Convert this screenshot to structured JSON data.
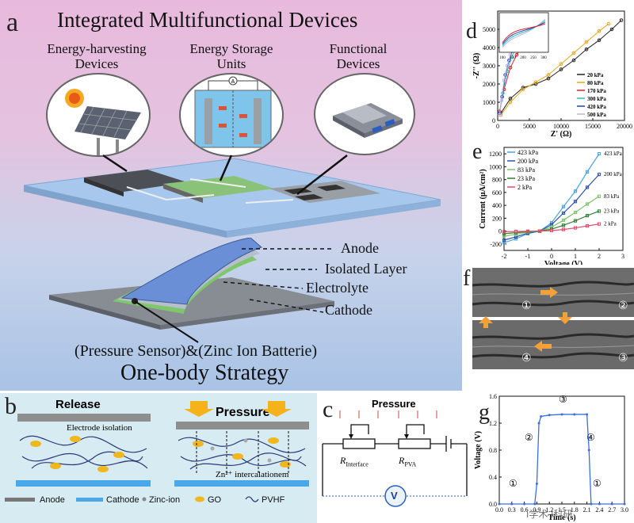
{
  "panel_a": {
    "label": "a",
    "title": "Integrated Multifunctional Devices",
    "columns": [
      "Energy-harvesting Devices",
      "Energy Storage Units",
      "Functional Devices"
    ],
    "layers": [
      "Anode",
      "Isolated Layer",
      "Electrolyte",
      "Cathode"
    ],
    "caption": "(Pressure Sensor)&(Zinc Ion Batterie)",
    "strategy": "One-body Strategy",
    "meter": "A"
  },
  "panel_b": {
    "label": "b",
    "release": "Release",
    "pressure": "Pressure",
    "electrode_isolation": "Electrode isolation",
    "zn_intercalation": "Zn²⁺ intercalationem",
    "legend": [
      "Anode",
      "Cathode",
      "Zinc-ion",
      "GO",
      "PVHF"
    ]
  },
  "panel_c": {
    "label": "c",
    "pressure": "Pressure",
    "r_interface": "R",
    "r_interface_sub": "Interface",
    "r_pva": "R",
    "r_pva_sub": "PVA",
    "voltmeter": "V"
  },
  "panel_d": {
    "label": "d",
    "xlabel": "Z' (Ω)",
    "ylabel": "-Z'' (Ω)",
    "xticks": [
      "0",
      "5000",
      "10000",
      "15000",
      "20000"
    ],
    "yticks": [
      "0",
      "1000",
      "2000",
      "3000",
      "4000",
      "5000"
    ],
    "inset_ticks": [
      "100",
      "150",
      "200",
      "250",
      "300"
    ]
  },
  "panel_e": {
    "label": "e",
    "xlabel": "Voltage (V)",
    "ylabel": "Current (μA/cm²)",
    "xticks": [
      "-2",
      "-1",
      "0",
      "1",
      "2",
      "3"
    ],
    "yticks": [
      "-200",
      "0",
      "200",
      "400",
      "600",
      "800",
      "1000",
      "1200"
    ],
    "right_labels": [
      "423 kPa",
      "200 kPa",
      "83 kPa",
      "23 kPa",
      "2 kPa"
    ]
  },
  "panel_f": {
    "label": "f",
    "markers": [
      "①",
      "②",
      "③",
      "④"
    ]
  },
  "panel_g": {
    "label": "g",
    "xlabel": "Time (s)",
    "ylabel": "Voltage (V)",
    "xticks": [
      "0.0",
      "0.3",
      "0.6",
      "0.9",
      "1.2",
      "1.5",
      "1.8",
      "2.1",
      "2.4",
      "2.7",
      "3.0"
    ],
    "yticks": [
      "0.0",
      "0.4",
      "0.8",
      "1.2",
      "1.6"
    ],
    "markers": [
      "①",
      "②",
      "③",
      "④",
      "①"
    ]
  },
  "watermark": "i学术 i科研",
  "chart_data": [
    {
      "type": "scatter",
      "panel": "d",
      "xlabel": "Z' (Ω)",
      "ylabel": "-Z'' (Ω)",
      "xlim": [
        0,
        20000
      ],
      "ylim": [
        0,
        6000
      ],
      "series": [
        {
          "name": "20 kPa",
          "color": "#222222",
          "x": [
            500,
            2000,
            4000,
            6000,
            8000,
            10000,
            12000,
            14000,
            16000,
            18000,
            19500
          ],
          "y": [
            400,
            1200,
            1800,
            2000,
            2300,
            2800,
            3300,
            3900,
            4400,
            5000,
            5500
          ]
        },
        {
          "name": "80 kPa",
          "color": "#e6a51e",
          "x": [
            500,
            2000,
            4000,
            6000,
            8000,
            10000,
            12000,
            14000,
            16000,
            17500
          ],
          "y": [
            300,
            1000,
            1700,
            2100,
            2500,
            3100,
            3700,
            4300,
            4900,
            5300
          ]
        },
        {
          "name": "170 kPa",
          "color": "#e0202a",
          "x": [
            300,
            1000,
            2000,
            3000,
            4000,
            5000,
            6000
          ],
          "y": [
            500,
            1700,
            2900,
            3600,
            4200,
            4800,
            5300
          ]
        },
        {
          "name": "300 kPa",
          "color": "#2ec4b6",
          "x": [
            300,
            800,
            1500,
            2200,
            3000,
            3800
          ],
          "y": [
            400,
            1500,
            2700,
            3500,
            4000,
            4600
          ]
        },
        {
          "name": "420 kPa",
          "color": "#1c3fbf",
          "x": [
            300,
            700,
            1200,
            1800,
            2400
          ],
          "y": [
            400,
            1300,
            2500,
            3300,
            3900
          ]
        },
        {
          "name": "500 kPa",
          "color": "#c0b4e4",
          "x": [
            300,
            600,
            1000,
            1500,
            2000
          ],
          "y": [
            300,
            1100,
            2200,
            3000,
            3600
          ]
        }
      ]
    },
    {
      "type": "line",
      "panel": "e",
      "xlabel": "Voltage (V)",
      "ylabel": "Current (μA/cm²)",
      "xlim": [
        -2,
        3
      ],
      "ylim": [
        -300,
        1300
      ],
      "x": [
        -2,
        -1.5,
        -1,
        -0.5,
        0,
        0.5,
        1,
        1.5,
        2
      ],
      "series": [
        {
          "name": "423 kPa",
          "color": "#4ba3dc",
          "values": [
            -180,
            -120,
            -40,
            0,
            130,
            380,
            620,
            920,
            1200
          ]
        },
        {
          "name": "200 kPa",
          "color": "#2a4fa8",
          "values": [
            -140,
            -90,
            -30,
            0,
            100,
            280,
            460,
            680,
            880
          ]
        },
        {
          "name": "83 kPa",
          "color": "#7ac46a",
          "values": [
            -80,
            -50,
            -15,
            0,
            60,
            170,
            290,
            420,
            540
          ]
        },
        {
          "name": "23 kPa",
          "color": "#2e7d32",
          "values": [
            -40,
            -25,
            -8,
            0,
            30,
            90,
            160,
            240,
            310
          ]
        },
        {
          "name": "2 kPa",
          "color": "#e64a6a",
          "values": [
            -10,
            -6,
            -2,
            0,
            8,
            25,
            50,
            80,
            110
          ]
        }
      ]
    },
    {
      "type": "line",
      "panel": "g",
      "xlabel": "Time (s)",
      "ylabel": "Voltage (V)",
      "xlim": [
        0,
        3
      ],
      "ylim": [
        0,
        1.6
      ],
      "x": [
        0,
        0.3,
        0.6,
        0.85,
        0.9,
        0.95,
        1.0,
        1.2,
        1.5,
        1.8,
        2.1,
        2.15,
        2.2,
        2.4,
        2.7,
        3.0
      ],
      "values": [
        0,
        0,
        0,
        0,
        0.3,
        1.2,
        1.3,
        1.32,
        1.33,
        1.33,
        1.33,
        0.8,
        0,
        0,
        0,
        0
      ]
    }
  ]
}
